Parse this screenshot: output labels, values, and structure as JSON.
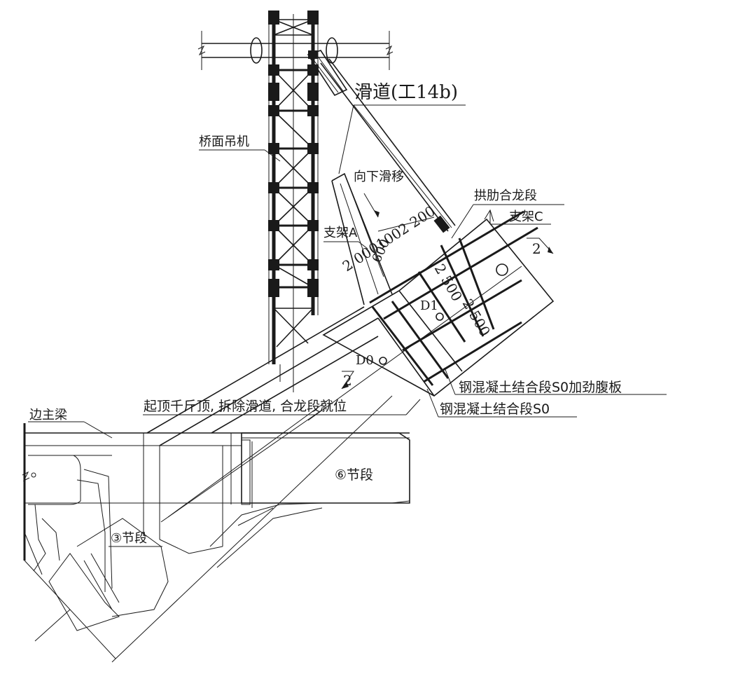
{
  "labels": {
    "slideway": "滑道(工14b)",
    "deck_crane": "桥面吊机",
    "slide_down": "向下滑移",
    "arch_closure": "拱肋合龙段",
    "support_a": "支架A",
    "support_c": "支架C",
    "section_mark_top": "2",
    "section_mark_bottom": "2",
    "dim_top": "2 0001002 200",
    "dim_600": "600",
    "dim_2500_a": "2 500",
    "dim_2500_b": "2 500",
    "point_d0": "D0",
    "point_d1": "D1",
    "s0_web": "钢混凝土结合段S0加劲腹板",
    "s0": "钢混凝土结合段S0",
    "jacking_note": "起顶千斤顶, 拆除滑道, 合龙段就位",
    "side_girder": "边主梁",
    "segment_6": "⑥节段",
    "segment_3": "③节段"
  },
  "colors": {
    "line": "#1a1a1a",
    "background": "#ffffff"
  }
}
